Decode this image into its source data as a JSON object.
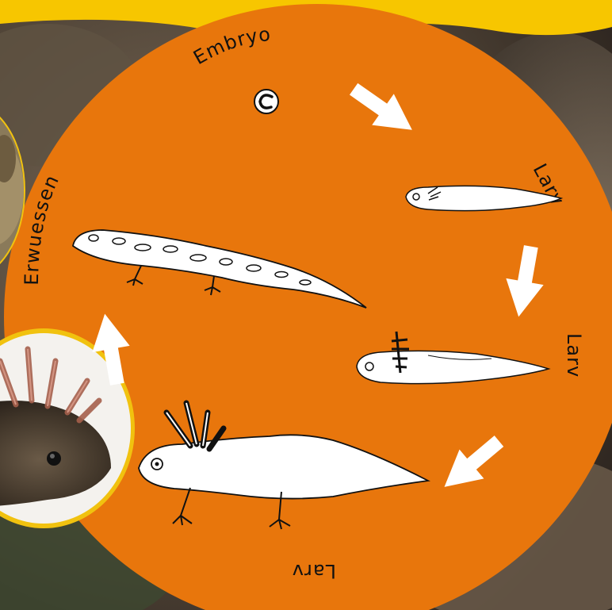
{
  "colors": {
    "circle": "#e8760c",
    "banner": "#f7c600",
    "photo_frame": "#f1c20f",
    "arrow": "#ffffff",
    "label": "#111111"
  },
  "stages": {
    "embryo": "Embryo",
    "larva_1": "Larv",
    "larva_2": "Larv",
    "larva_3": "Larv",
    "adult": "Erwuessen"
  },
  "icons": {
    "embryo": "embryo-egg-icon",
    "larva_small": "small-larva-icon",
    "larva_medium": "gilled-larva-icon",
    "larva_large": "axolotl-larva-icon",
    "adult": "spotted-salamander-icon"
  }
}
